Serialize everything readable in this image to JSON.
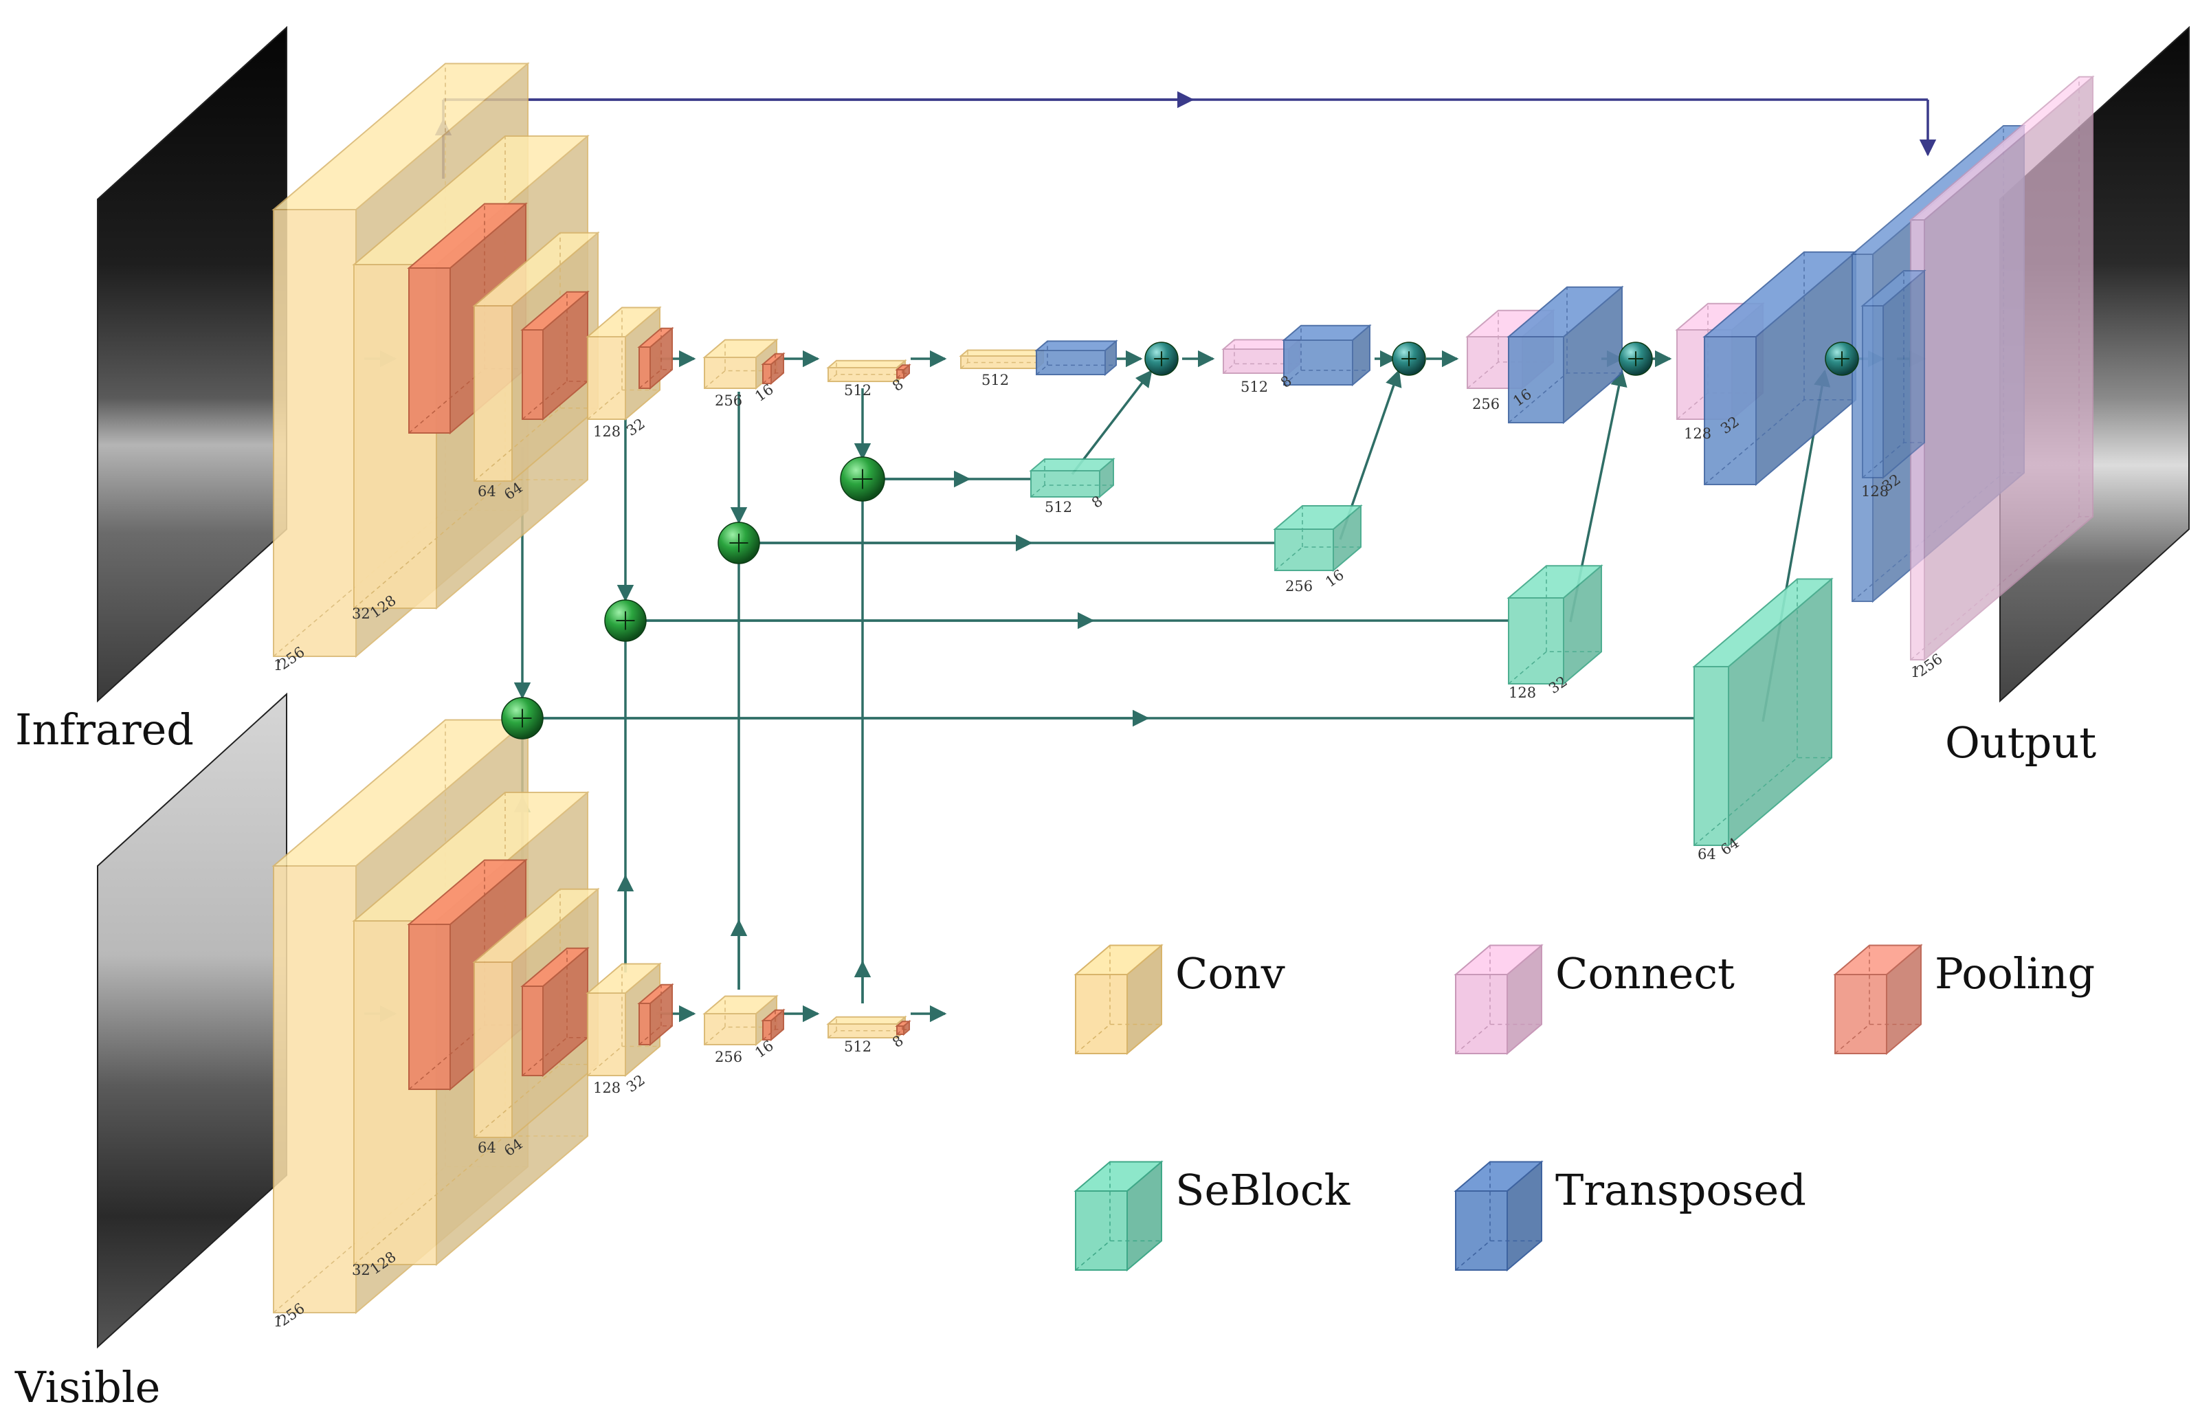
{
  "image_labels": {
    "infrared": "Infrared",
    "visible": "Visible",
    "output": "Output"
  },
  "legend": [
    {
      "label": "Conv",
      "color": "#fbe0a8",
      "edge": "#d8b46a"
    },
    {
      "label": "Connect",
      "color": "#f2c8e4",
      "edge": "#c898b8"
    },
    {
      "label": "Pooling",
      "color": "#f0a090",
      "edge": "#c06a5a"
    },
    {
      "label": "SeBlock",
      "color": "#86dcc0",
      "edge": "#3fa888"
    },
    {
      "label": "Transposed",
      "color": "#6f95cc",
      "edge": "#3e63a0"
    }
  ],
  "colors": {
    "conv": "#fbe0a8",
    "conv_edge": "#d8b46a",
    "pool": "#ec8a6a",
    "pool_edge": "#b85a3e",
    "seblock": "#86dcc0",
    "seblock_edge": "#3fa888",
    "transposed": "#6f95cc",
    "transposed_edge": "#3e63a0",
    "connect": "#f2c8e4",
    "connect_edge": "#c898b8",
    "arrow": "#2f6e66",
    "skip_arrow": "#3a3a8a",
    "node": "#1e8a34"
  },
  "dims": {
    "ir_1": "1",
    "ir_256": "256",
    "ir_32": "32",
    "ir_128a": "128",
    "ir_64a": "64",
    "ir_64b": "64",
    "ir_128b": "128",
    "ir_32b": "32",
    "ir_256b": "256",
    "ir_16": "16",
    "ir_512": "512",
    "ir_8": "8",
    "mid_512": "512",
    "se1_512": "512",
    "se1_8": "8",
    "up1_512": "512",
    "up1_8": "8",
    "se2_256": "256",
    "se2_16": "16",
    "up2_256": "256",
    "up2_16": "16",
    "se3_128": "128",
    "se3_32": "32",
    "up3_128": "128",
    "up3_32": "32",
    "se4_64a": "64",
    "se4_64b": "64",
    "out_128": "128",
    "out_32": "32",
    "out_1": "1",
    "out_256": "256",
    "vis_1": "1",
    "vis_256": "256",
    "vis_32": "32",
    "vis_128a": "128",
    "vis_64a": "64",
    "vis_64b": "64",
    "vis_128b": "128",
    "vis_32b": "32",
    "vis_256b": "256",
    "vis_16": "16",
    "vis_512": "512",
    "vis_8": "8"
  }
}
